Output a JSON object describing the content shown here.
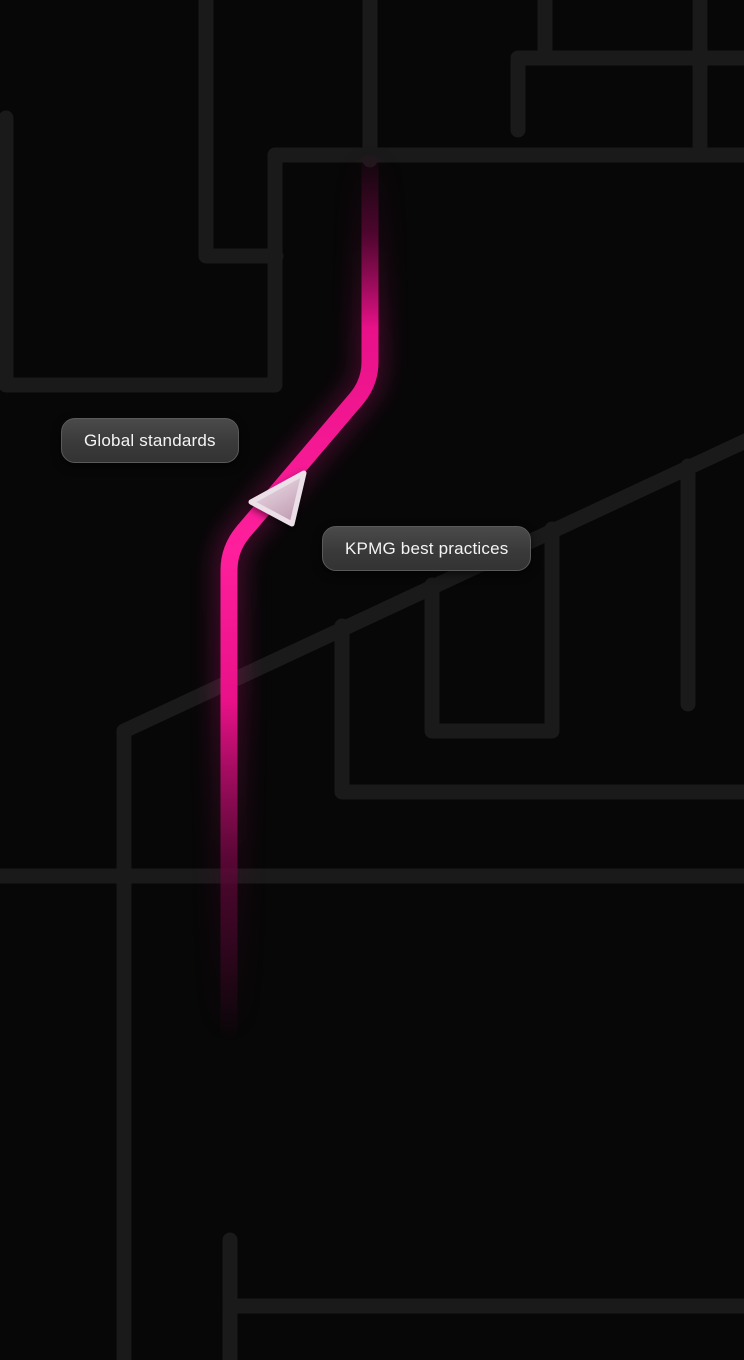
{
  "map": {
    "background_color": "#070707",
    "road_color": "#1a1a1a",
    "route": {
      "name": "highlighted-route",
      "color_bright": "#ff1f9c",
      "color_core": "#e81188",
      "color_dim": "#5c0636"
    },
    "marker": {
      "name": "navigation-arrow",
      "fill_light": "#f3e6ee",
      "fill_dark": "#c2a0b5",
      "outline": "#ece0e8"
    },
    "labels": [
      {
        "text": "Global standards"
      },
      {
        "text": "KPMG best practices"
      }
    ]
  }
}
